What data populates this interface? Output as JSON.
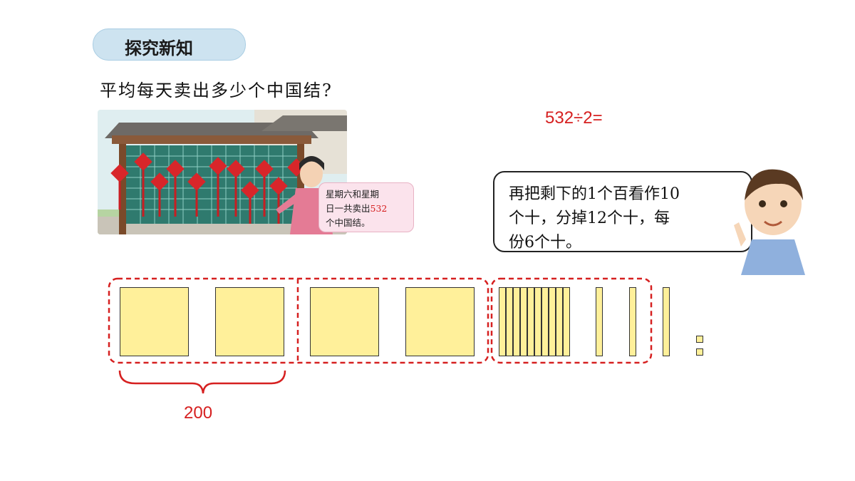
{
  "section_tag": "探究新知",
  "question": "平均每天卖出多少个中国结?",
  "equation": "532÷2=",
  "scene_bubble": {
    "line1": "星期六和星期",
    "line2_prefix": "日一共卖出",
    "line2_number": "532",
    "line3": "个中国结。"
  },
  "speech": {
    "line1": "再把剩下的1个百看作10",
    "line2": "个十，分掉12个十，每",
    "line3": "份6个十。"
  },
  "blocks": {
    "hundreds": 4,
    "tens_grouped": 10,
    "tens_single": 3,
    "ones": 2
  },
  "brace_label": "200",
  "colors": {
    "accent_red": "#d62020",
    "block_fill": "#fff09a",
    "tag_fill": "#cde3f0"
  }
}
